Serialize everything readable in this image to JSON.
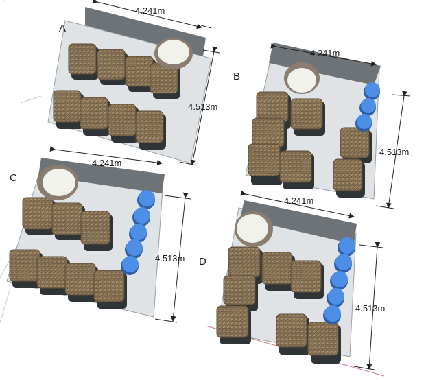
{
  "layouts": [
    {
      "id": "A",
      "label": "A",
      "width": "4.241m",
      "depth": "4.513m"
    },
    {
      "id": "B",
      "label": "B",
      "width": "4.241m",
      "depth": "4.513m"
    },
    {
      "id": "C",
      "label": "C",
      "width": "4.241m",
      "depth": "4.513m"
    },
    {
      "id": "D",
      "label": "D",
      "width": "4.241m",
      "depth": "4.513m"
    }
  ],
  "colors": {
    "floor": "#dfe3e6",
    "wall": "#6d7276",
    "hay_top": "#8f7a5a",
    "hay_side": "#2f3437",
    "drum": "#4d8fe6",
    "tank_rim": "#8a7d70",
    "tank_inner": "#f2f2ec",
    "dimension_line": "#222222"
  }
}
